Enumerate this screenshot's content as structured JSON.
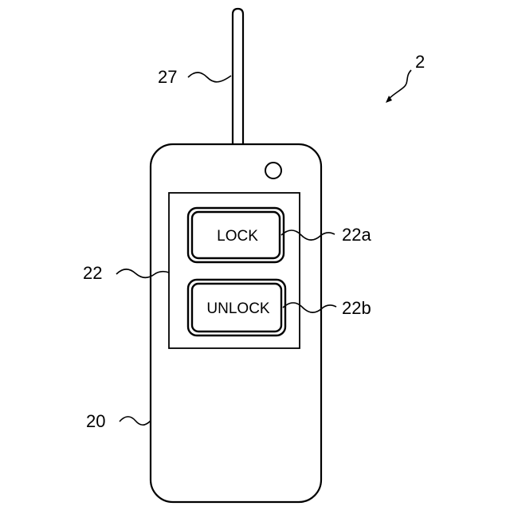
{
  "figure": {
    "reference_numerals": {
      "device": "2",
      "antenna": "27",
      "body": "20",
      "button_panel": "22",
      "lock_button": "22a",
      "unlock_button": "22b"
    },
    "buttons": {
      "lock_label": "LOCK",
      "unlock_label": "UNLOCK"
    }
  }
}
